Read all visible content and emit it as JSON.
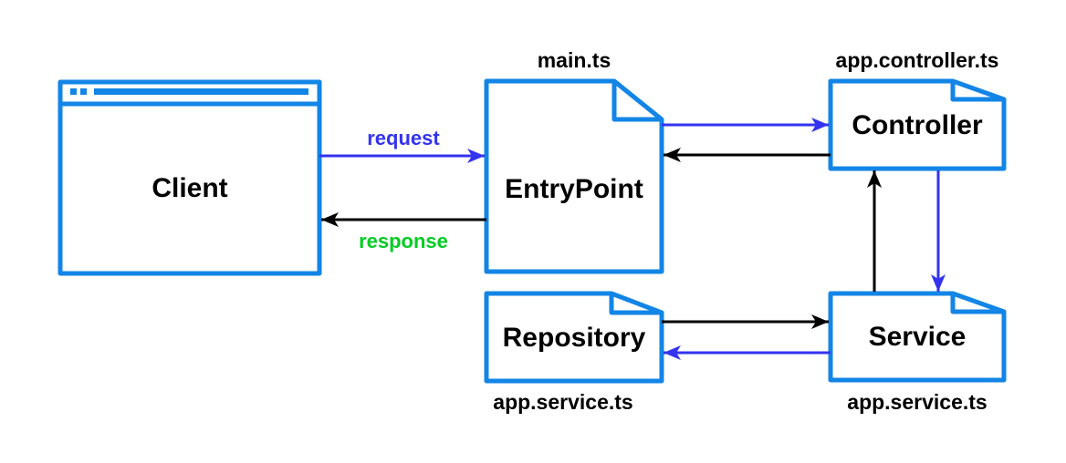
{
  "nodes": {
    "client": {
      "label": "Client",
      "shape": "browser-window"
    },
    "entrypoint": {
      "label": "EntryPoint",
      "file_label": "main.ts",
      "shape": "note"
    },
    "controller": {
      "label": "Controller",
      "file_label": "app.controller.ts",
      "shape": "note"
    },
    "service": {
      "label": "Service",
      "file_label": "app.service.ts",
      "shape": "note"
    },
    "repository": {
      "label": "Repository",
      "file_label": "app.service.ts",
      "shape": "note"
    }
  },
  "edges": [
    {
      "from": "client",
      "to": "entrypoint",
      "label": "request",
      "arrow_color": "#3333F0",
      "label_color": "#3333F0"
    },
    {
      "from": "entrypoint",
      "to": "client",
      "label": "response",
      "arrow_color": "#000000",
      "label_color": "#00CC22"
    },
    {
      "from": "entrypoint",
      "to": "controller",
      "label": "",
      "arrow_color": "#3333F0"
    },
    {
      "from": "controller",
      "to": "entrypoint",
      "label": "",
      "arrow_color": "#000000"
    },
    {
      "from": "controller",
      "to": "service",
      "label": "",
      "arrow_color": "#3333F0"
    },
    {
      "from": "service",
      "to": "controller",
      "label": "",
      "arrow_color": "#000000"
    },
    {
      "from": "repository",
      "to": "service",
      "label": "",
      "arrow_color": "#000000"
    },
    {
      "from": "service",
      "to": "repository",
      "label": "",
      "arrow_color": "#3333F0"
    }
  ],
  "colors": {
    "background": "#FFFFFF",
    "shape_stroke": "#1285E6",
    "shape_fill": "#FFFFFF",
    "arrow_blue": "#3333F0",
    "arrow_black": "#000000",
    "request_label": "#3333F0",
    "response_label": "#00CC22",
    "text": "#000000"
  }
}
